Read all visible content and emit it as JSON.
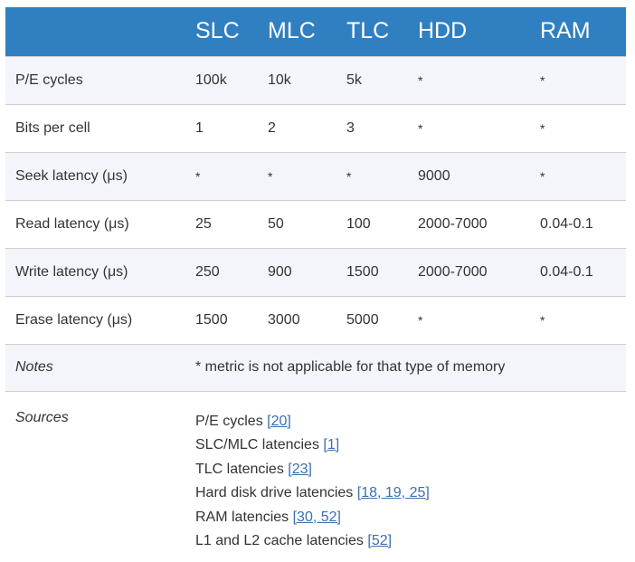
{
  "header": {
    "corner": "",
    "columns": [
      "SLC",
      "MLC",
      "TLC",
      "HDD",
      "RAM"
    ]
  },
  "rows": [
    {
      "label": "P/E cycles",
      "values": [
        "100k",
        "10k",
        "5k",
        "*",
        "*"
      ]
    },
    {
      "label": "Bits per cell",
      "values": [
        "1",
        "2",
        "3",
        "*",
        "*"
      ]
    },
    {
      "label": "Seek latency (μs)",
      "values": [
        "*",
        "*",
        "*",
        "9000",
        "*"
      ]
    },
    {
      "label": "Read latency (μs)",
      "values": [
        "25",
        "50",
        "100",
        "2000-7000",
        "0.04-0.1"
      ]
    },
    {
      "label": "Write latency (μs)",
      "values": [
        "250",
        "900",
        "1500",
        "2000-7000",
        "0.04-0.1"
      ]
    },
    {
      "label": "Erase latency (μs)",
      "values": [
        "1500",
        "3000",
        "5000",
        "*",
        "*"
      ]
    }
  ],
  "notes": {
    "label": "Notes",
    "text": "* metric is not applicable for that type of memory"
  },
  "sources": {
    "label": "Sources",
    "items": [
      {
        "text": "P/E cycles",
        "ref": "[20]"
      },
      {
        "text": "SLC/MLC latencies",
        "ref": "[1]"
      },
      {
        "text": "TLC latencies",
        "ref": "[23]"
      },
      {
        "text": "Hard disk drive latencies",
        "ref": "[18, 19, 25]"
      },
      {
        "text": "RAM latencies",
        "ref": "[30, 52]"
      },
      {
        "text": "L1 and L2 cache latencies",
        "ref": "[52]"
      }
    ]
  }
}
